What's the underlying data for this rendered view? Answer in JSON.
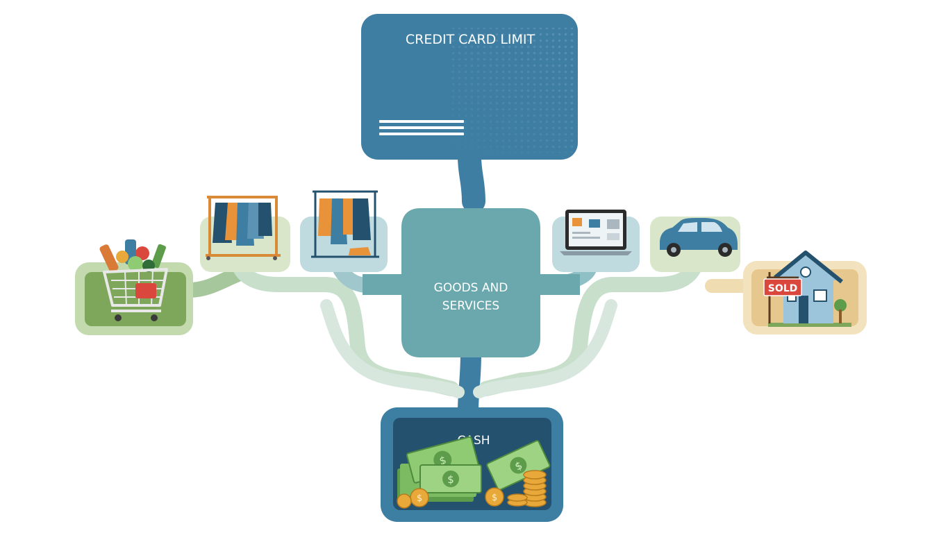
{
  "credit_card": {
    "title": "CREDIT CARD LIMIT"
  },
  "center": {
    "line1": "GOODS AND",
    "line2": "SERVICES"
  },
  "cash": {
    "title": "CASH"
  },
  "house": {
    "sign": "SOLD"
  },
  "icons": [
    "groceries-cart-icon",
    "clothing-rack-icon",
    "apparel-rack-icon",
    "laptop-icon",
    "car-icon",
    "house-sold-icon",
    "cash-money-icon"
  ],
  "colors": {
    "card": "#3e7ea3",
    "center": "#6aa8ad",
    "cash_frame": "#3d7ea3",
    "cash_inner": "#24516e",
    "money": "#7dbb62",
    "coin": "#e8a93a",
    "grocery": "#7ea75b",
    "house_panel": "#e6c88e"
  }
}
